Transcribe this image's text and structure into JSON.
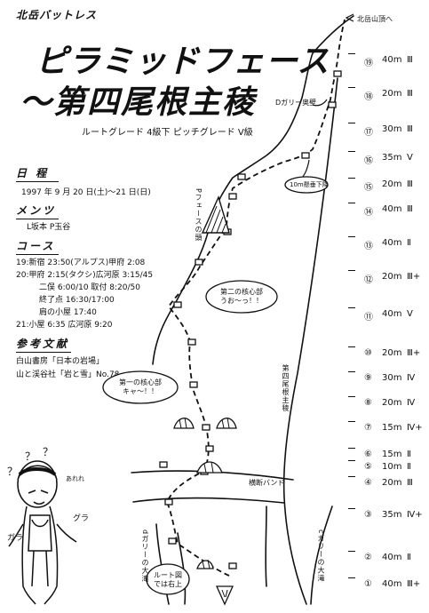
{
  "header": {
    "club": "北岳バットレス",
    "title_line1": "ピラミッドフェース",
    "title_line2": "〜第四尾根主稜",
    "grades": "ルートグレード 4級下    ピッチグレード Ⅴ級"
  },
  "schedule": {
    "heading": "日 程",
    "dates": "1997 年 9 月 20 日(土)〜21 日(日)"
  },
  "members": {
    "heading": "メンツ",
    "names": "L坂本  P玉谷"
  },
  "course": {
    "heading": "コース",
    "lines": [
      "19:新宿 23:50(アルプス)甲府 2:08",
      "20:甲府 2:15(タクシ)広河原 3:15/45",
      "二俣 6:00/10 取付 8:20/50",
      "終了点 16:30/17:00",
      "肩の小屋 17:40",
      "21:小屋 6:35  広河原 9:20"
    ]
  },
  "references": {
    "heading": "参考文献",
    "lines": [
      "白山書房「日本の岩場」",
      "山と渓谷社「岩と雪」No.78"
    ]
  },
  "pitches": [
    {
      "num": "⑲",
      "length": "40m",
      "grade": "Ⅲ"
    },
    {
      "num": "⑱",
      "length": "20m",
      "grade": "Ⅲ"
    },
    {
      "num": "⑰",
      "length": "30m",
      "grade": "Ⅲ"
    },
    {
      "num": "⑯",
      "length": "35m",
      "grade": "Ⅴ"
    },
    {
      "num": "⑮",
      "length": "20m",
      "grade": "Ⅲ"
    },
    {
      "num": "⑭",
      "length": "40m",
      "grade": "Ⅲ"
    },
    {
      "num": "⑬",
      "length": "40m",
      "grade": "Ⅱ"
    },
    {
      "num": "⑫",
      "length": "20m",
      "grade": "Ⅲ+"
    },
    {
      "num": "⑪",
      "length": "40m",
      "grade": "Ⅴ"
    },
    {
      "num": "⑩",
      "length": "20m",
      "grade": "Ⅲ+"
    },
    {
      "num": "⑨",
      "length": "30m",
      "grade": "Ⅳ"
    },
    {
      "num": "⑧",
      "length": "20m",
      "grade": "Ⅳ"
    },
    {
      "num": "⑦",
      "length": "15m",
      "grade": "Ⅳ+"
    },
    {
      "num": "⑥",
      "length": "15m",
      "grade": "Ⅱ"
    },
    {
      "num": "⑤",
      "length": "10m",
      "grade": "Ⅱ"
    },
    {
      "num": "④",
      "length": "20m",
      "grade": "Ⅲ"
    },
    {
      "num": "③",
      "length": "35m",
      "grade": "Ⅳ+"
    },
    {
      "num": "②",
      "length": "40m",
      "grade": "Ⅱ"
    },
    {
      "num": "①",
      "length": "40m",
      "grade": "Ⅲ+"
    }
  ],
  "annotations": {
    "to_summit": "北岳山頂へ",
    "d_gully_cliff": "Dガリー奥壁",
    "rappel": "10m懸垂下降",
    "p_face_head": "Pフェースの頭",
    "ridge_label": "第四尾根主稜",
    "bubble2": "第二の核心部\nうお〜っ！！",
    "bubble1": "第一の核心部\nキャ〜！！",
    "bubble_route": "ルート図\nでは右上",
    "band": "横断バンド",
    "d_gully_falls": "dガリーの大滝",
    "c_gully_falls": "cガリーの大滝",
    "q1": "？",
    "q2": "？",
    "q3": "？",
    "onomato1": "ガラ",
    "onomato2": "グラ",
    "onomato3": "あれれ"
  },
  "colors": {
    "ink": "#111111",
    "paper": "#ffffff"
  }
}
